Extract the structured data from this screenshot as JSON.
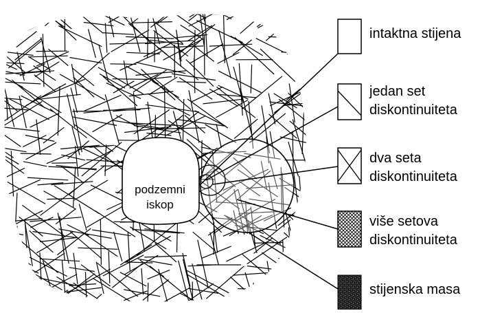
{
  "diagram": {
    "excavation_label": [
      "podzemni",
      "iskop"
    ],
    "legend": [
      {
        "key": "intact",
        "lines": [
          "intaktna stijena"
        ]
      },
      {
        "key": "one-set",
        "lines": [
          "jedan set",
          "diskontinuiteta"
        ]
      },
      {
        "key": "two-sets",
        "lines": [
          "dva seta",
          "diskontinuiteta"
        ]
      },
      {
        "key": "many-sets",
        "lines": [
          "više setova",
          "diskontinuiteta"
        ]
      },
      {
        "key": "rock-mass",
        "lines": [
          "stijenska masa"
        ]
      }
    ]
  }
}
